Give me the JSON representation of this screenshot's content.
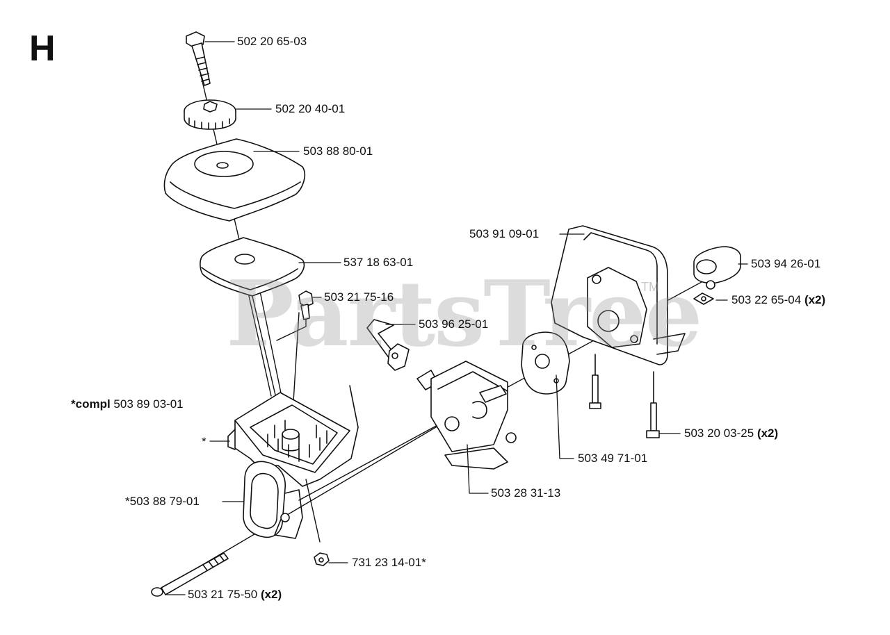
{
  "section_letter": "H",
  "watermark": {
    "text": "PartsTree",
    "tm": "TM"
  },
  "labels": {
    "p1": {
      "num": "502 20 65-03"
    },
    "p2": {
      "num": "502 20 40-01"
    },
    "p3": {
      "num": "503 88 80-01"
    },
    "p4": {
      "num": "537 18 63-01"
    },
    "p5": {
      "num": "503 21 75-16"
    },
    "p6": {
      "num": "503 96 25-01"
    },
    "p7": {
      "prefix": "*compl",
      "num": "503 89 03-01"
    },
    "p8": {
      "num": "*"
    },
    "p9": {
      "num": "*503 88 79-01"
    },
    "p10": {
      "num": "731 23 14-01*"
    },
    "p11": {
      "num": "503 21 75-50",
      "qty": "(x2)"
    },
    "p12": {
      "num": "503 91 09-01"
    },
    "p13": {
      "num": "503 94 26-01"
    },
    "p14": {
      "num": "503 22 65-04",
      "qty": "(x2)"
    },
    "p15": {
      "num": "503 20 03-25",
      "qty": "(x2)"
    },
    "p16": {
      "num": "503 49 71-01"
    },
    "p17": {
      "num": "503 28 31-13"
    }
  }
}
